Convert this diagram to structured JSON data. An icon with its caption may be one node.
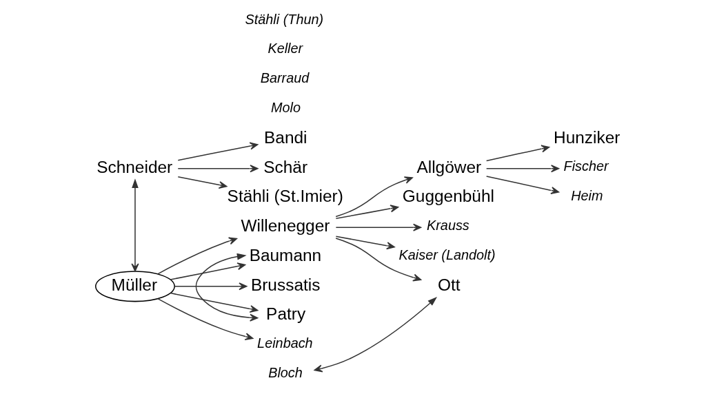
{
  "diagram": {
    "nodes": [
      {
        "text": [
          "Schneider"
        ]
      },
      {
        "text": [
          "Bandi"
        ]
      },
      {
        "text": [
          "Schär"
        ]
      },
      {
        "text": [
          "Stähli (St.Imier)"
        ]
      },
      {
        "text": [
          "Müller"
        ]
      },
      {
        "text": [
          "Willenegger"
        ]
      },
      {
        "text": [
          "Allgöwer"
        ]
      },
      {
        "text": [
          "Hunziker"
        ]
      },
      {
        "text": [
          "Fischer"
        ]
      },
      {
        "text": [
          "Heim"
        ]
      },
      {
        "text": [
          "Baumann"
        ]
      },
      {
        "text": [
          "Brussatis"
        ]
      },
      {
        "text": [
          "Guggenbühl"
        ]
      },
      {
        "text": [
          "Krauss"
        ]
      },
      {
        "text": [
          "Kaiser (Landolt)"
        ]
      },
      {
        "text": [
          "Patry"
        ]
      },
      {
        "text": [
          "Ott"
        ]
      },
      {
        "text": [
          "Leinbach"
        ]
      },
      {
        "text": [
          "Molo"
        ]
      },
      {
        "text": [
          "Bloch"
        ]
      },
      {
        "text": [
          "Barraud"
        ]
      },
      {
        "text": [
          "Keller"
        ]
      },
      {
        "text": [
          "Stähli (Thun)"
        ]
      }
    ],
    "edges": [
      {
        "from": 0,
        "to": 1,
        "arrow": "to"
      },
      {
        "from": 0,
        "to": 2,
        "arrow": "to"
      },
      {
        "from": 0,
        "to": 3,
        "arrow": "to"
      },
      {
        "from": 0,
        "to": 4,
        "arrow": "both"
      },
      {
        "from": 4,
        "to": 5,
        "arrow": "to"
      },
      {
        "from": 5,
        "to": 6,
        "arrow": "to"
      },
      {
        "from": 6,
        "to": 7,
        "arrow": "to"
      },
      {
        "from": 6,
        "to": 8,
        "arrow": "to"
      },
      {
        "from": 6,
        "to": 9,
        "arrow": "to"
      },
      {
        "from": 4,
        "to": 10,
        "arrow": "to"
      },
      {
        "from": 4,
        "to": 11,
        "arrow": "to"
      },
      {
        "from": 4,
        "to": 15,
        "arrow": "to"
      },
      {
        "from": 4,
        "to": 17,
        "arrow": "to"
      },
      {
        "from": 10,
        "to": 15,
        "arrow": "both"
      },
      {
        "from": 5,
        "to": 12,
        "arrow": "to"
      },
      {
        "from": 5,
        "to": 13,
        "arrow": "to"
      },
      {
        "from": 5,
        "to": 14,
        "arrow": "to"
      },
      {
        "from": 5,
        "to": 16,
        "arrow": "to"
      },
      {
        "from": 16,
        "to": 19,
        "arrow": "both"
      }
    ]
  }
}
